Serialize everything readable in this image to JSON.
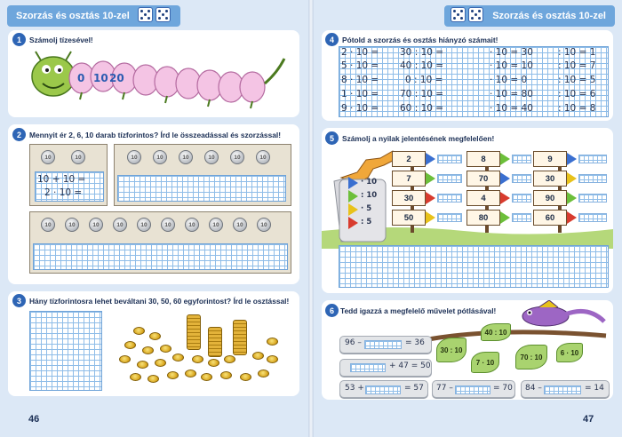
{
  "left": {
    "header": "Szorzás és osztás 10-zel",
    "page_number": "46",
    "exercise1": {
      "num": "1",
      "instruction": "Számolj tízesével!",
      "caterpillar_numbers": [
        "0",
        "10",
        "20"
      ]
    },
    "exercise2": {
      "num": "2",
      "instruction": "Mennyit ér 2, 6, 10 darab tízforintos? Írd le összeadással és szorzással!",
      "coin_label": "10",
      "box1_lines": [
        "10 + 10 =",
        "2 · 10 ="
      ]
    },
    "exercise3": {
      "num": "3",
      "instruction": "Hány tízforintosra lehet beváltani 30, 50, 60 egyforintost? Írd le osztással!"
    }
  },
  "right": {
    "header": "Szorzás és osztás 10-zel",
    "page_number": "47",
    "exercise4": {
      "num": "4",
      "instruction": "Pótold a szorzás és osztás hiányzó számait!",
      "col1": [
        "2 · 10 =",
        "5 · 10 =",
        "8 · 10 =",
        "1 · 10 =",
        "9 · 10 ="
      ],
      "col2": [
        "30 : 10 =",
        "40 : 10 =",
        "0 : 10 =",
        "70 : 10 =",
        "60 : 10 ="
      ],
      "col3": [
        "· 10 = 30",
        "· 10 = 10",
        "· 10 = 0",
        "· 10 = 80",
        "· 10 = 40"
      ],
      "col4": [
        ": 10 = 1",
        ": 10 = 7",
        ": 10 = 5",
        ": 10 = 6",
        ": 10 = 8"
      ]
    },
    "exercise5": {
      "num": "5",
      "instruction": "Számolj a nyilak jelentésének megfelelően!",
      "legend": [
        "· 10",
        ": 10",
        "· 5",
        ": 5"
      ],
      "legend_colors": [
        "#3a6fd0",
        "#6cbf3a",
        "#e8c21a",
        "#d83b2e"
      ],
      "signs": [
        "2",
        "7",
        "30",
        "50",
        "8",
        "70",
        "4",
        "80",
        "9",
        "30",
        "90",
        "60"
      ],
      "arrow_colors": [
        "#3a6fd0",
        "#6cbf3a",
        "#d83b2e",
        "#e8c21a",
        "#6cbf3a",
        "#3a6fd0",
        "#d83b2e",
        "#6cbf3a",
        "#3a6fd0",
        "#e8c21a",
        "#6cbf3a",
        "#d83b2e"
      ]
    },
    "exercise6": {
      "num": "6",
      "instruction": "Tedd igazzá a megfelelő művelet pótlásával!",
      "leaves": [
        "40 : 10",
        "30 : 10",
        "7 · 10",
        "70 : 10",
        "6 · 10"
      ],
      "stones": [
        {
          "left": "96 –",
          "right": "= 36"
        },
        {
          "left": "",
          "right": "+ 47 = 50"
        },
        {
          "left": "53 +",
          "right": "= 57"
        },
        {
          "left": "77 –",
          "right": "= 70"
        },
        {
          "left": "84 –",
          "right": "= 14"
        }
      ]
    }
  }
}
